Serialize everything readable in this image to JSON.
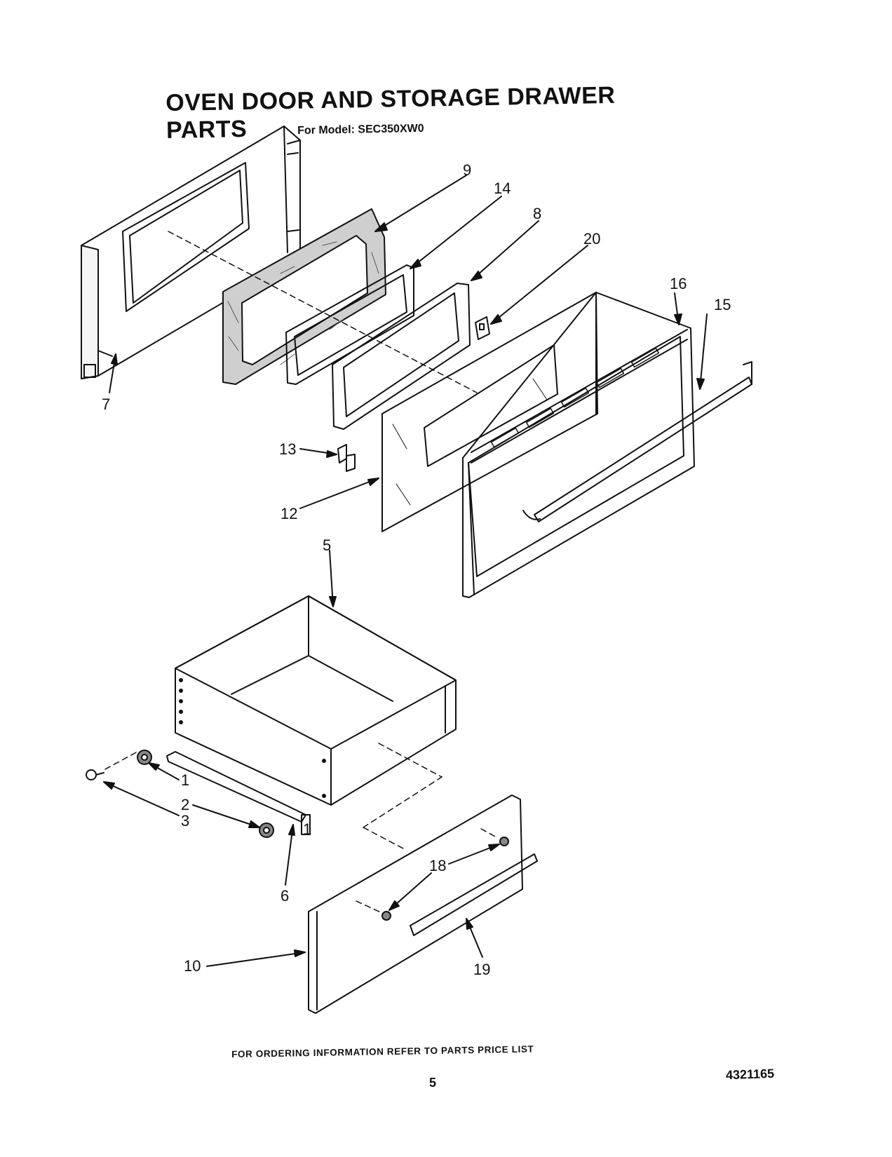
{
  "header": {
    "title": "OVEN DOOR AND STORAGE DRAWER PARTS",
    "subtitle": "For Model: SEC350XW0"
  },
  "callouts": {
    "c1a": "1",
    "c1b": "1",
    "c2": "2",
    "c3": "3",
    "c5": "5",
    "c6": "6",
    "c7": "7",
    "c8": "8",
    "c9": "9",
    "c10": "10",
    "c12": "12",
    "c13": "13",
    "c14": "14",
    "c15": "15",
    "c16": "16",
    "c18": "18",
    "c19": "19",
    "c20": "20"
  },
  "footer": {
    "note": "FOR ORDERING INFORMATION REFER TO PARTS PRICE LIST",
    "page_number": "5",
    "doc_number": "4321165"
  }
}
